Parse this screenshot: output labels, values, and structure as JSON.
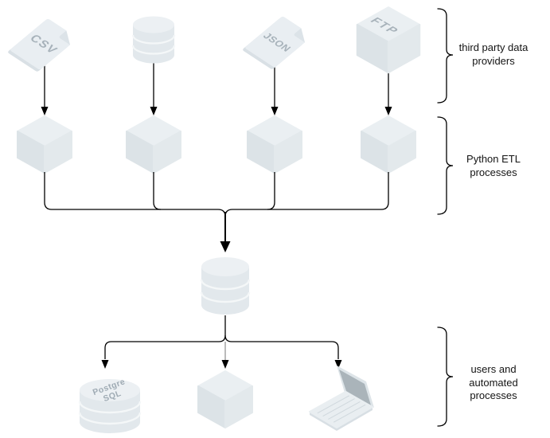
{
  "diagram": {
    "type": "data-pipeline-flow",
    "sources": {
      "brace_label": "third party data providers",
      "items": [
        {
          "id": "csv",
          "kind": "file",
          "label": "CSV"
        },
        {
          "id": "source-db",
          "kind": "database",
          "label": ""
        },
        {
          "id": "json",
          "kind": "file",
          "label": "JSON"
        },
        {
          "id": "ftp",
          "kind": "cube",
          "label": "FTP"
        }
      ]
    },
    "etl": {
      "brace_label": "Python ETL processes",
      "items": [
        {
          "id": "etl-1",
          "kind": "cube"
        },
        {
          "id": "etl-2",
          "kind": "cube"
        },
        {
          "id": "etl-3",
          "kind": "cube"
        },
        {
          "id": "etl-4",
          "kind": "cube"
        }
      ]
    },
    "staging_db": {
      "id": "central-db",
      "kind": "database",
      "label": ""
    },
    "consumers": {
      "brace_label": "users and automated processes",
      "items": [
        {
          "id": "postgres",
          "kind": "database",
          "label_line1": "Postgre",
          "label_line2": "SQL"
        },
        {
          "id": "process",
          "kind": "cube",
          "label": ""
        },
        {
          "id": "laptop",
          "kind": "laptop",
          "label": ""
        }
      ]
    },
    "colors": {
      "background": "#ffffff",
      "shape_light": "#eaeff2",
      "shape_mid": "#e3e9ec",
      "shape_dark": "#dce3e7",
      "icon_text": "#a7b2ba",
      "laptop_screen": "#aab4ba",
      "connector": "#000000",
      "label_text": "#141414"
    }
  }
}
